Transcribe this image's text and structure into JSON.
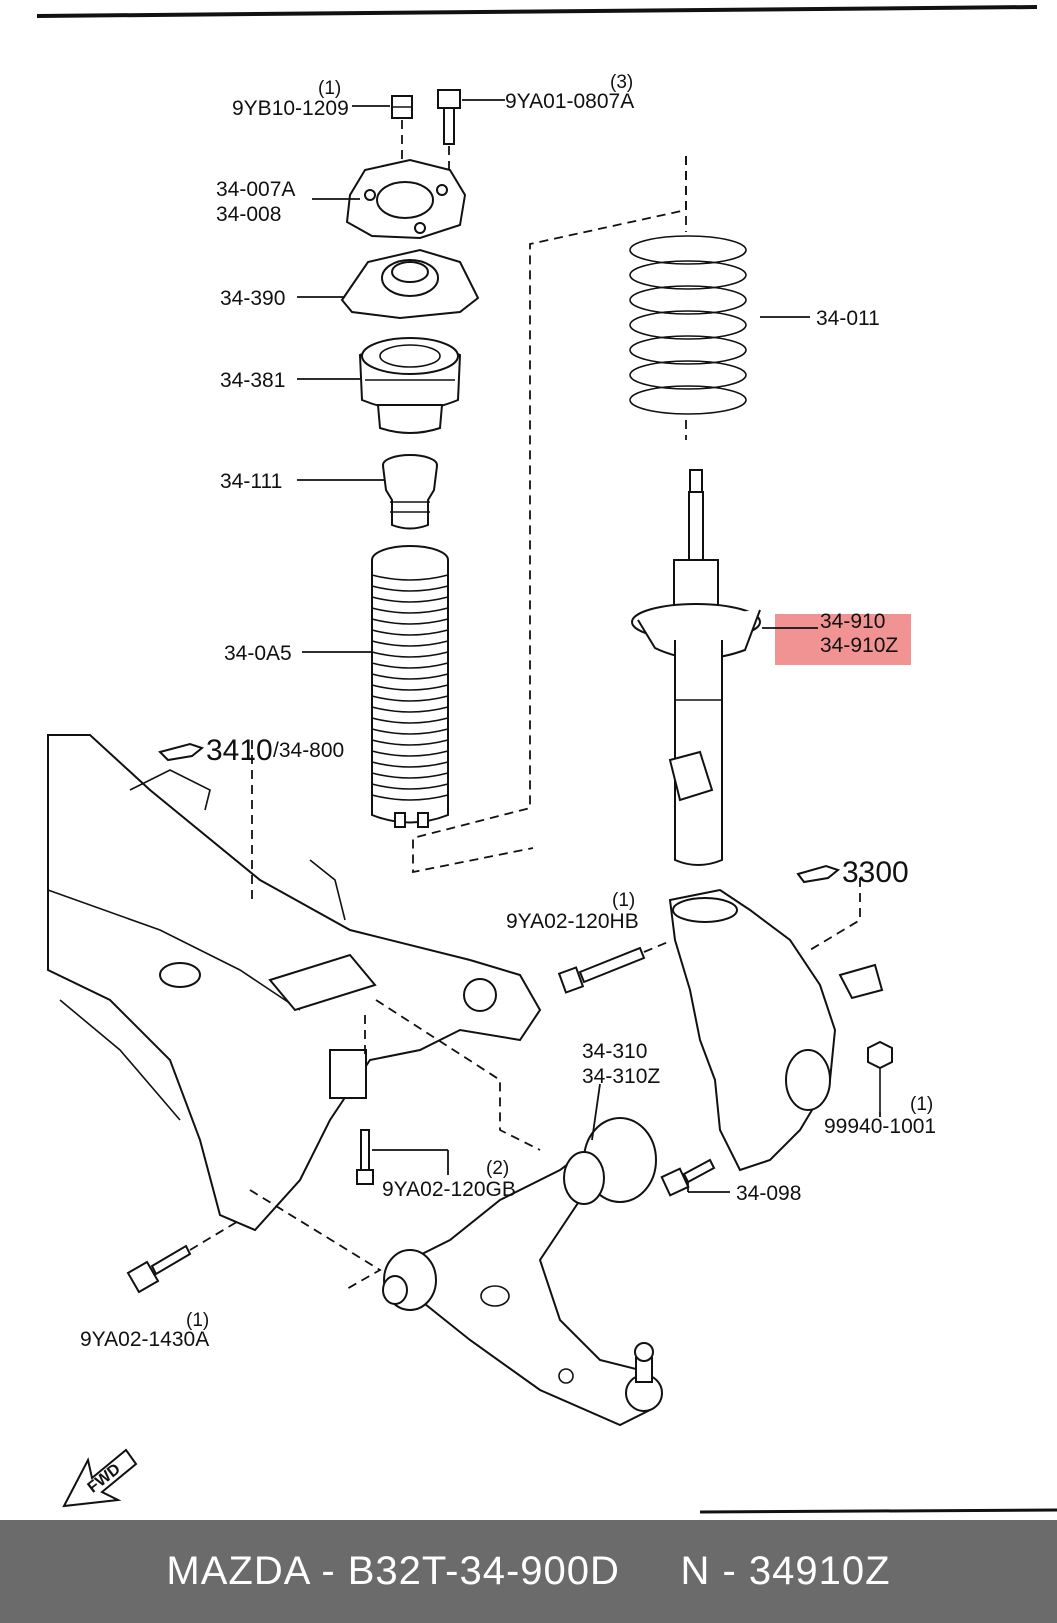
{
  "labels": {
    "nut_top": "9YB10-1209",
    "nut_top_qty": "(1)",
    "bolt_top": "9YA01-0807A",
    "bolt_top_qty": "(3)",
    "mount_a": "34-007A",
    "mount_b": "34-008",
    "bearing_plate": "34-390",
    "bearing": "34-381",
    "bump_stop": "34-111",
    "boot": "34-0A5",
    "spring": "34-011",
    "strut_a": "34-910",
    "strut_b": "34-910Z",
    "ref_subframe": "3410",
    "ref_subframe_suffix": "/34-800",
    "ref_knuckle": "3300",
    "bolt_knuckle": "9YA02-120HB",
    "bolt_knuckle_qty": "(1)",
    "arm_a": "34-310",
    "arm_b": "34-310Z",
    "nut_knuckle": "99940-1001",
    "nut_knuckle_qty": "(1)",
    "bolt_arm_center": "9YA02-120GB",
    "bolt_arm_center_qty": "(2)",
    "bolt_arm_bush": "34-098",
    "bolt_front": "9YA02-1430A",
    "bolt_front_qty": "(1)",
    "fwd": "FWD"
  },
  "highlight_color": "#f08080",
  "footer": {
    "text": "MAZDA - B32T-34-900D     N - 34910Z",
    "background": "#6b6b6b"
  }
}
